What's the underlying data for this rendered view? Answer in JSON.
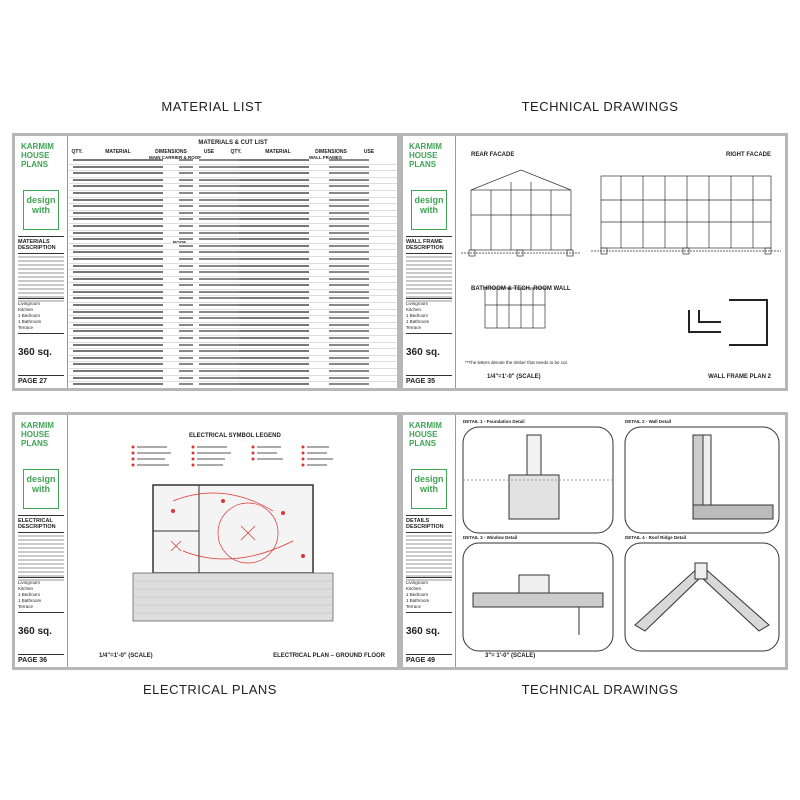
{
  "captions": {
    "top_left": "MATERIAL LIST",
    "top_right": "TECHNICAL DRAWINGS",
    "bottom_left": "ELECTRICAL PLANS",
    "bottom_right": "TECHNICAL DRAWINGS"
  },
  "brand": {
    "line1": "KARMIM",
    "line2": "HOUSE",
    "line3": "PLANS",
    "design_badge": "design with"
  },
  "rooms": "Livingroom\nKitchen\n1 Bedroom\n1 Bathroom\nTerrace",
  "area": "360 sq.",
  "sheets": {
    "material": {
      "desc_title": "MATERIALS DESCRIPTION",
      "table_title": "MATERIALS & CUT LIST",
      "col_qty": "QTY.",
      "col_material": "MATERIAL",
      "col_dimensions": "DIMENSIONS",
      "col_use": "USE",
      "group1": "MAIN CARRIER & ROOF",
      "group2": "WALL FRAMES",
      "group3": "ROOF",
      "page": "PAGE 27"
    },
    "technical1": {
      "desc_title": "WALL FRAME DESCRIPTION",
      "rear": "REAR FACADE",
      "right": "RIGHT FACADE",
      "bath": "BATHROOM & TECH. ROOM WALL",
      "note": "**The letters denote the timber that needs to be cut.",
      "scale": "1/4\"=1'-0\" (SCALE)",
      "plan": "WALL FRAME PLAN 2",
      "page": "PAGE 35"
    },
    "electrical": {
      "desc_title": "ELECTRICAL DESCRIPTION",
      "legend_title": "ELECTRICAL SYMBOL LEGEND",
      "scale": "1/4\"=1'-0\" (SCALE)",
      "plan": "ELECTRICAL PLAN – GROUND FLOOR",
      "page": "PAGE 36"
    },
    "technical2": {
      "desc_title": "DETAILS DESCRIPTION",
      "d1": "DETAIL 1 - Foundation Detail",
      "d2": "DETAIL 2 - Wall Detail",
      "d3": "DETAIL 3 - Window Detail",
      "d4": "DETAIL 4 - Roof Ridge Detail",
      "scale": "3\"= 1'-0\" (SCALE)",
      "page": "PAGE 49"
    }
  }
}
